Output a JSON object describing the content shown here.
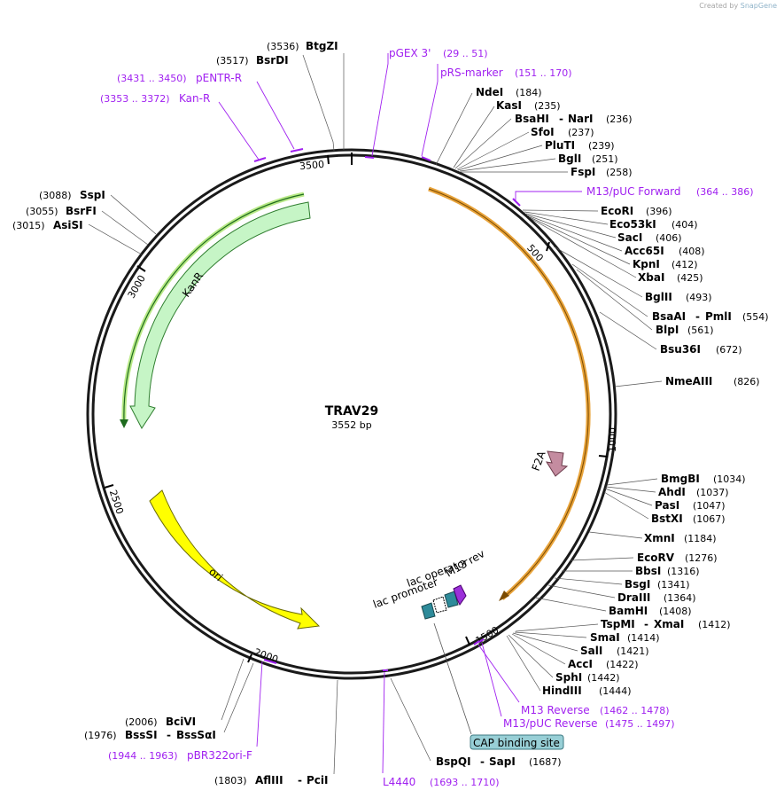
{
  "credit": {
    "prefix": "Created by",
    "brand": "SnapGene"
  },
  "plasmid": {
    "name": "TRAV29",
    "size_label": "3552 bp"
  },
  "ticks": [
    "500",
    "1000",
    "1500",
    "2000",
    "2500",
    "3000",
    "3500"
  ],
  "enzymes_right": [
    {
      "name": "NdeI",
      "pos": "(184)"
    },
    {
      "name": "KasI",
      "pos": "(235)"
    },
    {
      "name": "BsaHI",
      "name2": "NarI",
      "pos": "(236)"
    },
    {
      "name": "SfoI",
      "pos": "(237)"
    },
    {
      "name": "PluTI",
      "pos": "(239)"
    },
    {
      "name": "BglI",
      "pos": "(251)"
    },
    {
      "name": "FspI",
      "pos": "(258)"
    },
    {
      "name": "EcoRI",
      "pos": "(396)"
    },
    {
      "name": "Eco53kI",
      "pos": "(404)"
    },
    {
      "name": "SacI",
      "pos": "(406)"
    },
    {
      "name": "Acc65I",
      "pos": "(408)"
    },
    {
      "name": "KpnI",
      "pos": "(412)"
    },
    {
      "name": "XbaI",
      "pos": "(425)"
    },
    {
      "name": "BglII",
      "pos": "(493)"
    },
    {
      "name": "BsaAI",
      "name2": "PmlI",
      "pos": "(554)"
    },
    {
      "name": "BlpI",
      "pos": "(561)"
    },
    {
      "name": "Bsu36I",
      "pos": "(672)"
    },
    {
      "name": "NmeAIII",
      "pos": "(826)"
    },
    {
      "name": "BmgBI",
      "pos": "(1034)"
    },
    {
      "name": "AhdI",
      "pos": "(1037)"
    },
    {
      "name": "PasI",
      "pos": "(1047)"
    },
    {
      "name": "BstXI",
      "pos": "(1067)"
    },
    {
      "name": "XmnI",
      "pos": "(1184)"
    },
    {
      "name": "EcoRV",
      "pos": "(1276)"
    },
    {
      "name": "BbsI",
      "pos": "(1316)"
    },
    {
      "name": "BsgI",
      "pos": "(1341)"
    },
    {
      "name": "DraIII",
      "pos": "(1364)"
    },
    {
      "name": "BamHI",
      "pos": "(1408)"
    },
    {
      "name": "TspMI",
      "name2": "XmaI",
      "pos": "(1412)"
    },
    {
      "name": "SmaI",
      "pos": "(1414)"
    },
    {
      "name": "SalI",
      "pos": "(1421)"
    },
    {
      "name": "AccI",
      "pos": "(1422)"
    },
    {
      "name": "SphI",
      "pos": "(1442)"
    },
    {
      "name": "HindIII",
      "pos": "(1444)"
    }
  ],
  "enzymes_bottom": [
    {
      "name": "BspQI",
      "name2": "SapI",
      "pos": "(1687)"
    },
    {
      "name": "AflIII",
      "name2": "PciI",
      "pos": "(1803)"
    },
    {
      "name": "BciVI",
      "pos": "(2006)"
    },
    {
      "name": "BssSI",
      "name2": "BssSαI",
      "pos": "(1976)"
    }
  ],
  "enzymes_left": [
    {
      "name": "SspI",
      "pos": "(3088)"
    },
    {
      "name": "BsrFI",
      "pos": "(3055)"
    },
    {
      "name": "AsiSI",
      "pos": "(3015)"
    }
  ],
  "enzymes_top": [
    {
      "name": "BtgZI",
      "pos": "(3536)"
    },
    {
      "name": "BsrDI",
      "pos": "(3517)"
    }
  ],
  "primers": [
    {
      "name": "pGEX 3'",
      "range": "(29 .. 51)"
    },
    {
      "name": "pRS-marker",
      "range": "(151 .. 170)"
    },
    {
      "name": "M13/pUC Forward",
      "range": "(364 .. 386)"
    },
    {
      "name": "M13 Reverse",
      "range": "(1462 .. 1478)"
    },
    {
      "name": "M13/pUC Reverse",
      "range": "(1475 .. 1497)"
    },
    {
      "name": "L4440",
      "range": "(1693 .. 1710)"
    },
    {
      "name": "pBR322ori-F",
      "range": "(1944 .. 1963)"
    },
    {
      "name": "pENTR-R",
      "range": "(3431 .. 3450)"
    },
    {
      "name": "Kan-R",
      "range": "(3353 .. 3372)"
    }
  ],
  "features": {
    "kanr": "KanR",
    "ori": "ori",
    "f2a": "F2A",
    "lac_operator": "lac operator",
    "lac_promoter": "lac promoter",
    "m13_rev": "M13 rev",
    "cap_site": "CAP binding site"
  },
  "colors": {
    "backbone": "#1a1a1a",
    "kanr_fill": "#c6f5c6",
    "kanr_line": "#2e7d2e",
    "ori_fill": "#ffff00",
    "orf_line": "#e8a33a",
    "f2a_fill": "#c48ca0",
    "primer": "#a020f0",
    "promoter": "#2e8b9a",
    "cap_fill": "#98cfd6"
  }
}
